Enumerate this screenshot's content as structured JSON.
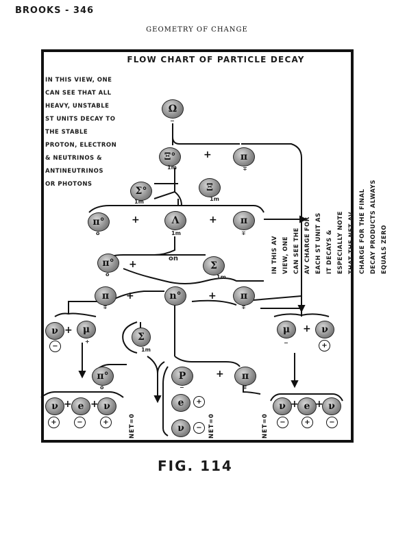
{
  "page": {
    "header_code": "BROOKS - 346",
    "title": "GEOMETRY OF CHANGE",
    "figure_caption": "FIG. 114"
  },
  "chart": {
    "title": "FLOW CHART OF PARTICLE DECAY",
    "note_left": "IN THIS VIEW, ONE\nCAN SEE THAT ALL\nHEAVY, UNSTABLE\nST UNITS DECAY TO\nTHE STABLE\nPROTON, ELECTRON\n& NEUTRINOS &\nANTINEUTRINOS\nOR PHOTONS",
    "note_right": "IN THIS AV\nVIEW, ONE\nCAN SEE THE\nAV CHARGE FOR\nEACH ST UNIT AS\nIT DECAYS &\nESPECIALLY NOTE\nTHAT THE NET AV\nCHARGE FOR THE FINAL\nDECAY PRODUCTS ALWAYS\nEQUALS ZERO",
    "net_labels": [
      "NET=0",
      "NET=0",
      "NET=0"
    ]
  },
  "particles": {
    "omega": "Ω",
    "xi_zero": "Ξ°",
    "pi_minus_top": "π",
    "sigma_zero": "Σ°",
    "xi_minus": "Ξ",
    "pi_zero_1": "π°",
    "lambda": "Λ",
    "pi_minus_2": "π",
    "pi_zero_2": "π°",
    "sigma_minus": "Σ",
    "pi_plus": "π",
    "neutron": "n°",
    "pi_minus_3": "π",
    "nu_mu_left": "ν",
    "mu_plus": "μ",
    "sigma_plus": "Σ",
    "mu_minus": "μ",
    "nu_mu_bar_right": "ν",
    "pi_zero_3": "π°",
    "proton": "P",
    "pi_minus_4": "π",
    "electron": "e",
    "nu_e_bar": "ν",
    "nu_mu_bar_left": "ν",
    "positron": "e",
    "nu_e": "ν",
    "nu_mu_bar_br": "ν",
    "electron_br": "e",
    "nu_e_br": "ν"
  },
  "labels": {
    "one_m": "1m",
    "on": "on",
    "charges": {
      "minus": "−",
      "plus": "+",
      "zero": "o",
      "plus_minus": "∓"
    }
  }
}
